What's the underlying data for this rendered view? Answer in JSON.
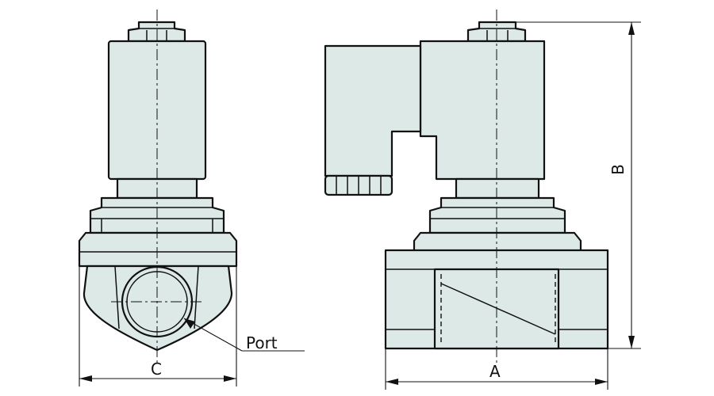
{
  "labels": {
    "port": "Port",
    "dim_a": "A",
    "dim_b": "B",
    "dim_c": "C"
  },
  "colors": {
    "body_fill": "#dce9e6",
    "outline": "#111111",
    "background": "#ffffff"
  }
}
